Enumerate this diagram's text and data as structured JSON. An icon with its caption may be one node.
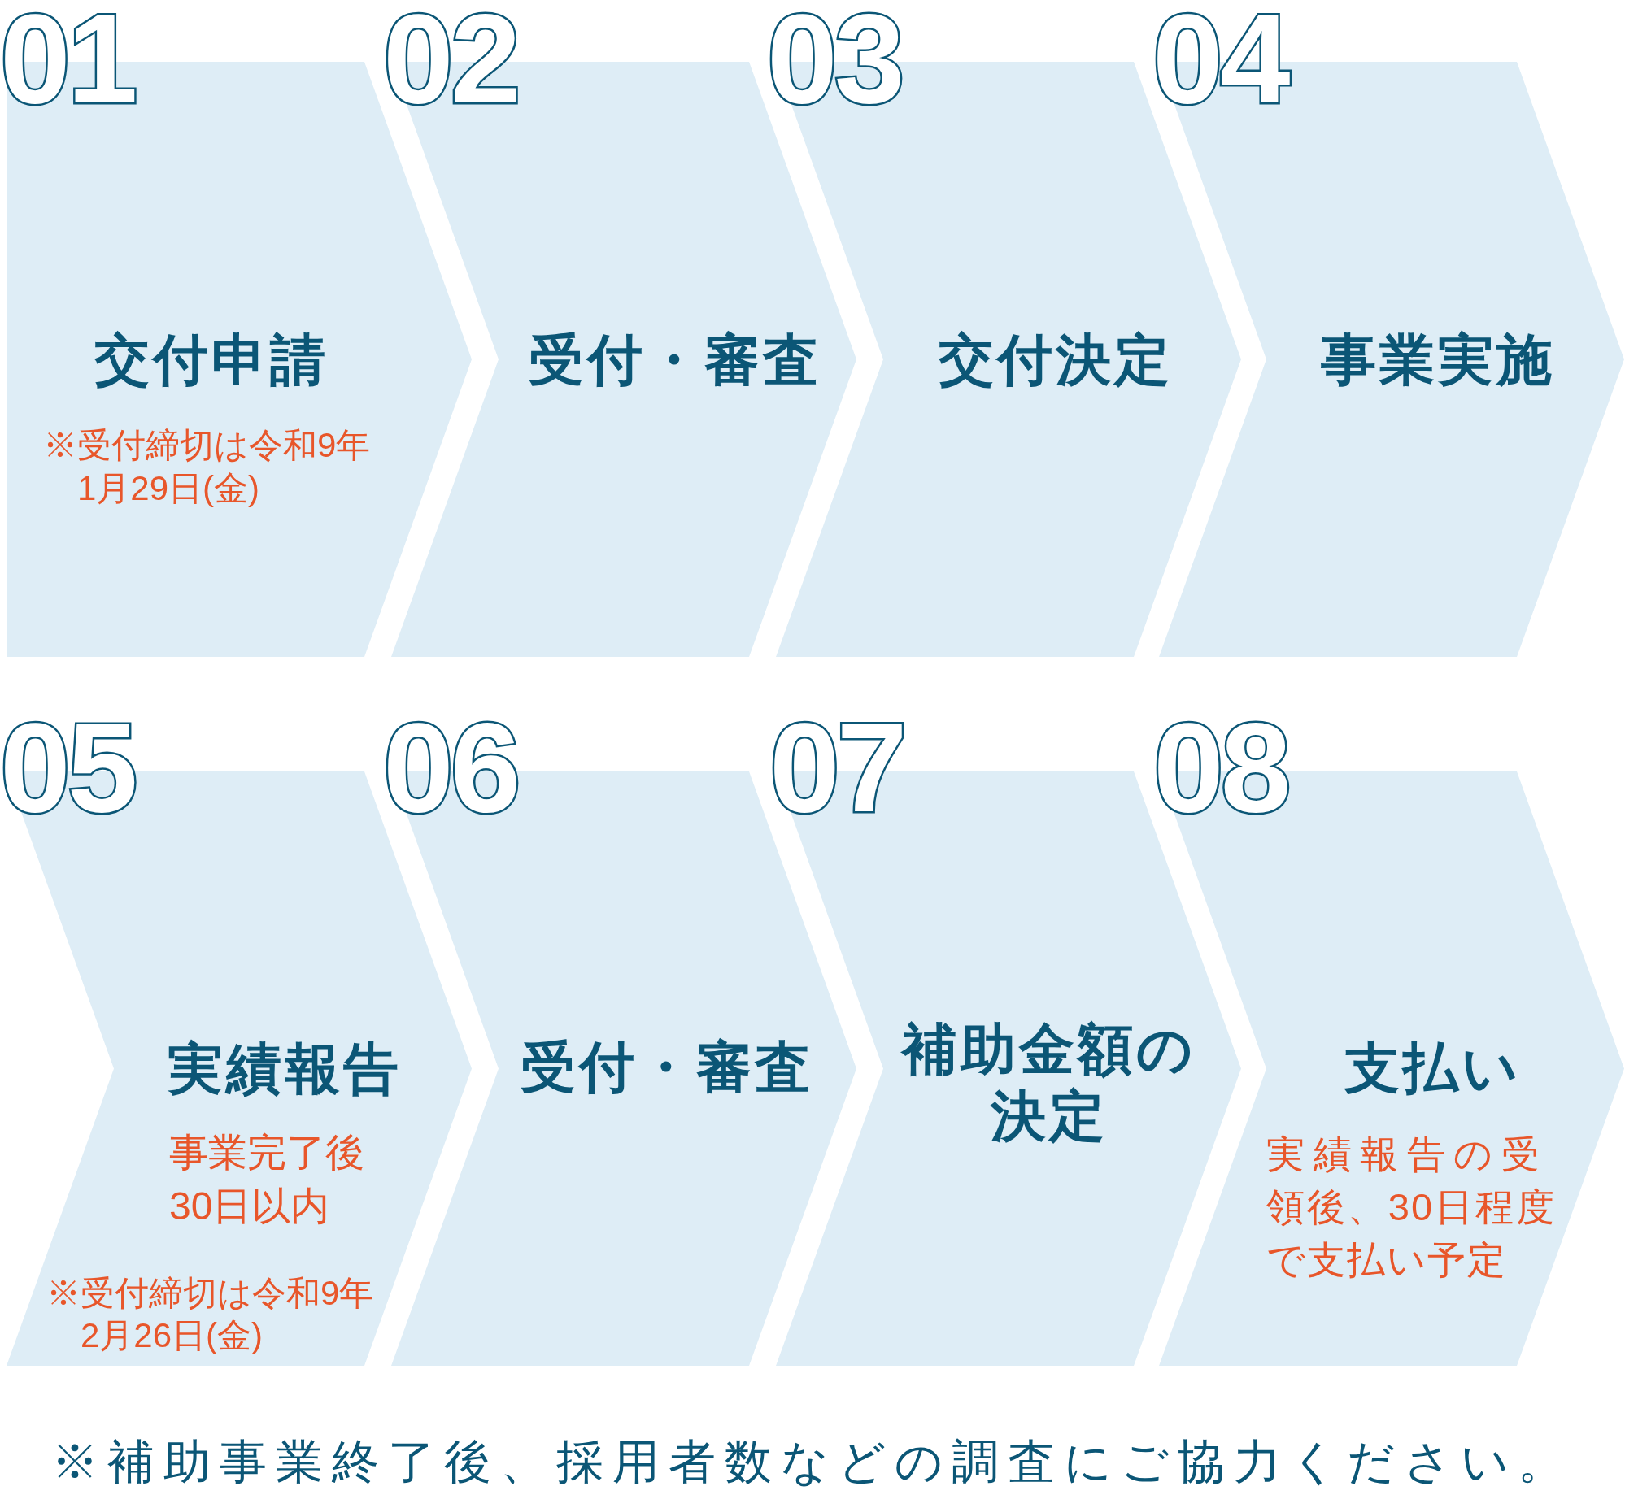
{
  "diagram": {
    "nodes": [
      {
        "text": [
          "01",
          "交付申請",
          "※受付締切は令和9年1月29日(金)"
        ]
      },
      {
        "text": [
          "02",
          "受付・審査"
        ]
      },
      {
        "text": [
          "03",
          "交付決定"
        ]
      },
      {
        "text": [
          "04",
          "事業実施"
        ]
      },
      {
        "text": [
          "05",
          "実績報告",
          "事業完了後30日以内",
          "※受付締切は令和9年2月26日(金)"
        ]
      },
      {
        "text": [
          "06",
          "受付・審査"
        ]
      },
      {
        "text": [
          "07",
          "補助金額の決定"
        ]
      },
      {
        "text": [
          "08",
          "支払い",
          "実績報告の受領後、30日程度で支払い予定"
        ]
      }
    ],
    "labels": [
      "※補助事業終了後、採用者数などの調査にご協力ください。"
    ]
  }
}
